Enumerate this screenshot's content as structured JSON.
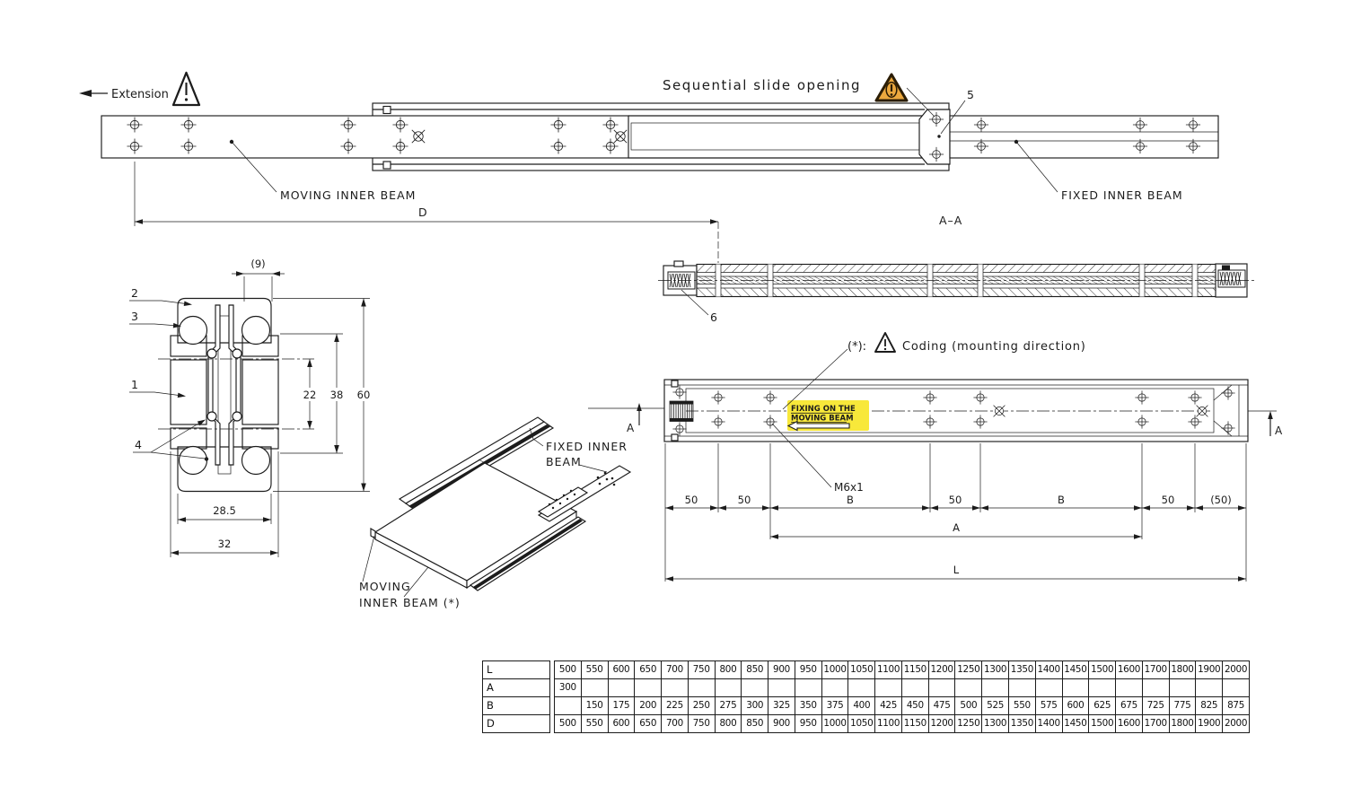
{
  "colors": {
    "line": "#1c1c1c",
    "warning_fill": "#EBA83E",
    "highlight_yellow": "#F8E83A"
  },
  "labels": {
    "extension": "Extension",
    "sequential": "Sequential slide opening",
    "moving_beam": "MOVING INNER BEAM",
    "fixed_beam": "FIXED INNER BEAM",
    "section_aa": "A–A",
    "dim_d": "D",
    "p1": "1",
    "p2": "2",
    "p3": "3",
    "p4": "4",
    "p5": "5",
    "p6": "6",
    "dim9": "(9)",
    "dim22": "22",
    "dim38": "38",
    "dim60": "60",
    "dim285": "28.5",
    "dim32": "32",
    "iso_fixed1": "FIXED INNER",
    "iso_fixed2": "BEAM",
    "iso_moving1": "MOVING",
    "iso_moving2": "INNER BEAM (*)",
    "note_prefix": "(*):",
    "note_text": "Coding (mounting direction)",
    "fix1": "FIXING ON THE",
    "fix2": "MOVING BEAM",
    "m6": "M6x1",
    "secA": "A",
    "seg": [
      "50",
      "50",
      "B",
      "50",
      "B",
      "50",
      "(50)"
    ],
    "dimA": "A",
    "dimL": "L"
  },
  "table": {
    "rows": [
      {
        "label": "L",
        "values": [
          "500",
          "550",
          "600",
          "650",
          "700",
          "750",
          "800",
          "850",
          "900",
          "950",
          "1000",
          "1050",
          "1100",
          "1150",
          "1200",
          "1250",
          "1300",
          "1350",
          "1400",
          "1450",
          "1500",
          "1600",
          "1700",
          "1800",
          "1900",
          "2000"
        ]
      },
      {
        "label": "A",
        "values": [
          "300",
          "",
          "",
          "",
          "",
          "",
          "",
          "",
          "",
          "",
          "",
          "",
          "",
          "",
          "",
          "",
          "",
          "",
          "",
          "",
          "",
          "",
          "",
          "",
          "",
          ""
        ]
      },
      {
        "label": "B",
        "values": [
          "",
          "150",
          "175",
          "200",
          "225",
          "250",
          "275",
          "300",
          "325",
          "350",
          "375",
          "400",
          "425",
          "450",
          "475",
          "500",
          "525",
          "550",
          "575",
          "600",
          "625",
          "675",
          "725",
          "775",
          "825",
          "875"
        ]
      },
      {
        "label": "D",
        "values": [
          "500",
          "550",
          "600",
          "650",
          "700",
          "750",
          "800",
          "850",
          "900",
          "950",
          "1000",
          "1050",
          "1100",
          "1150",
          "1200",
          "1250",
          "1300",
          "1350",
          "1400",
          "1450",
          "1500",
          "1600",
          "1700",
          "1800",
          "1900",
          "2000"
        ]
      }
    ]
  }
}
